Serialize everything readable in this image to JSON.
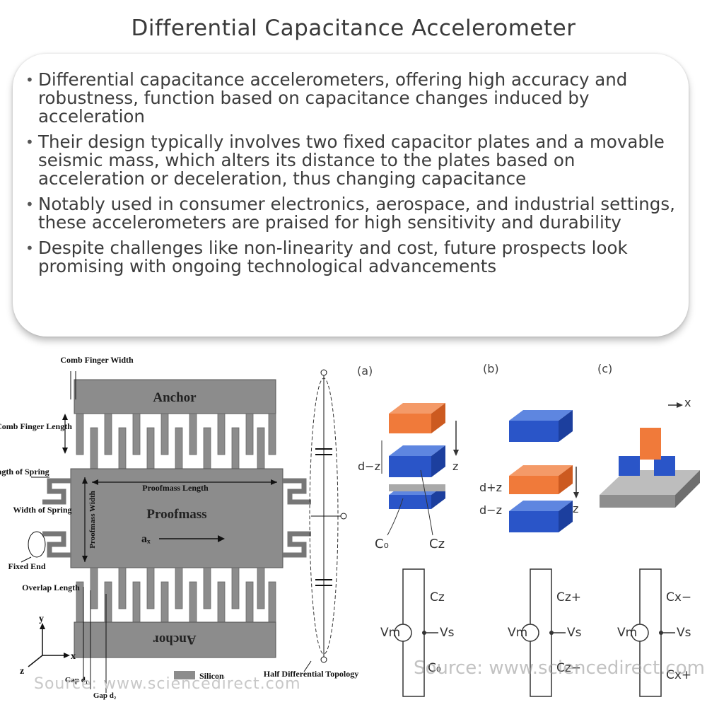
{
  "title": "Differential Capacitance Accelerometer",
  "bullets": [
    "Differential capacitance accelerometers, offering high accuracy and robustness, function based on capacitance changes induced by acceleration",
    "Their design typically involves two fixed capacitor plates and a movable seismic mass, which alters its distance to the plates based on acceleration or deceleration, thus changing capacitance",
    "Notably used in consumer electronics, aerospace, and industrial settings, these accelerometers are praised for high sensitivity and durability",
    "Despite challenges like non-linearity and cost, future prospects look promising with ongoing technological advancements"
  ],
  "left_diagram": {
    "comb_finger_width": "Comb Finger Width",
    "anchor_top": "Anchor",
    "comb_finger_length": "Comb Finger Length",
    "length_of_spring": "Length of Spring",
    "proofmass_length": "Proofmass Length",
    "width_of_spring": "Width of Spring",
    "proofmass_width": "Proofmass Width",
    "proofmass": "Proofmass",
    "ax": "aₓ",
    "fixed_end": "Fixed End",
    "overlap_length": "Overlap Length",
    "anchor_bottom": "Anchor",
    "axis_y": "y",
    "axis_x": "x",
    "axis_z": "z",
    "gap_d1": "Gap d₁",
    "gap_d2": "Gap d₂",
    "silicon": "Silicon",
    "half_differential": "Half Differential Topology"
  },
  "right_diagram": {
    "panel_a": "(a)",
    "panel_b": "(b)",
    "panel_c": "(c)",
    "a_dz": "d−z",
    "a_z": "z",
    "a_c0": "C₀",
    "a_cz": "Cz",
    "b_dpz": "d+z",
    "b_dmz": "d−z",
    "b_z": "z",
    "c_x": "x",
    "circuit_a_top": "Cz",
    "circuit_a_bottom": "C₀",
    "circuit_b_top": "Cz+",
    "circuit_b_bottom": "Cz−",
    "circuit_c_top": "Cx−",
    "circuit_c_bottom": "Cx+",
    "vm": "Vm",
    "vs": "Vs",
    "source_overlay": "Source: www.sciencedirect.com"
  },
  "watermark": "Source: www.sciencedirect.com",
  "colors": {
    "orange": "#f07a3a",
    "blue": "#3f6fd6",
    "gray": "#8c8c8c"
  }
}
